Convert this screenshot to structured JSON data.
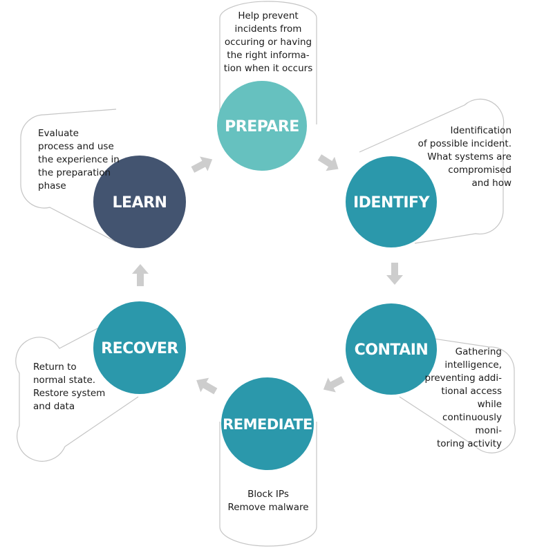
{
  "colors": {
    "prepare": "#66c1bf",
    "identify": "#2b98ab",
    "contain": "#2b98ab",
    "remediate": "#2b98ab",
    "recover": "#2b98ab",
    "learn": "#435470",
    "arrow": "#cdcdcd",
    "outline": "#c4c4c4"
  },
  "stages": {
    "prepare": {
      "label": "PREPARE",
      "description": "Help prevent\nincidents from\noccuring or having\nthe right informa-\ntion when it occurs"
    },
    "identify": {
      "label": "IDENTIFY",
      "description": "Identification\nof possible incident.\nWhat systems are\ncompromised\nand how"
    },
    "contain": {
      "label": "CONTAIN",
      "description": "Gathering\nintelligence,\npreventing addi-\ntional access while\ncontinuously moni-\ntoring activity"
    },
    "remediate": {
      "label": "REMEDIATE",
      "description": "Block IPs\nRemove malware"
    },
    "recover": {
      "label": "RECOVER",
      "description": "Return to\nnormal state.\nRestore system\nand data"
    },
    "learn": {
      "label": "LEARN",
      "description": "Evaluate\nprocess and use\nthe experience in\nthe preparation\nphase"
    }
  }
}
